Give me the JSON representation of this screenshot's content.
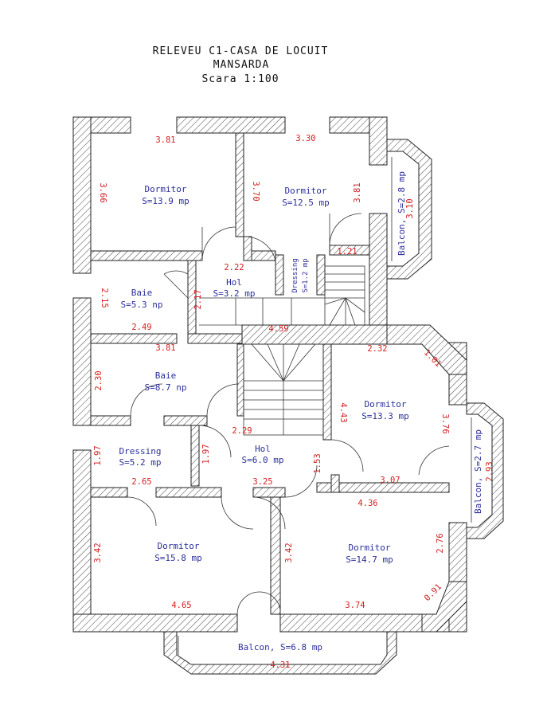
{
  "title": {
    "line1": "RELEVEU C1-CASA DE LOCUIT",
    "line2": "MANSARDA",
    "line3": "Scara 1:100"
  },
  "rooms": {
    "dormitor_nw": {
      "name": "Dormitor",
      "area": "S=13.9 mp"
    },
    "dormitor_n": {
      "name": "Dormitor",
      "area": "S=12.5 mp"
    },
    "balcon_ne": {
      "name": "Balcon, S=2.8 mp"
    },
    "baie_top": {
      "name": "Baie",
      "area": "S=5.3 np"
    },
    "hol_top": {
      "name": "Hol",
      "area": "S=3.2 mp"
    },
    "dressing_top": {
      "name": "Dressing",
      "area": "S=1.2 mp"
    },
    "baie_mid": {
      "name": "Baie",
      "area": "S=8.7 np"
    },
    "dormitor_e": {
      "name": "Dormitor",
      "area": "S=13.3 mp"
    },
    "balcon_e": {
      "name": "Balcon, S=2.7 mp"
    },
    "dressing_mid": {
      "name": "Dressing",
      "area": "S=5.2 mp"
    },
    "hol_mid": {
      "name": "Hol",
      "area": "S=6.0 mp"
    },
    "dormitor_sw": {
      "name": "Dormitor",
      "area": "S=15.8 mp"
    },
    "dormitor_se": {
      "name": "Dormitor",
      "area": "S=14.7 mp"
    },
    "balcon_s": {
      "name": "Balcon, S=6.8 mp"
    }
  },
  "dims": {
    "d381a": "3.81",
    "d330": "3.30",
    "d366": "3.66",
    "d370": "3.70",
    "d381b": "3.81",
    "d310": "3.10",
    "d222": "2.22",
    "d121": "1.21",
    "d215": "2.15",
    "d217": "2.17",
    "d249": "2.49",
    "d459": "4.59",
    "d381c": "3.81",
    "d232": "2.32",
    "d101": "1.01",
    "d230": "2.30",
    "d443": "4.43",
    "d376": "3.76",
    "d229": "2.29",
    "d197a": "1.97",
    "d197b": "1.97",
    "d153": "1.53",
    "d265": "2.65",
    "d325": "3.25",
    "d307": "3.07",
    "d293": "2.93",
    "d436": "4.36",
    "d342a": "3.42",
    "d342b": "3.42",
    "d276": "2.76",
    "d465": "4.65",
    "d374": "3.74",
    "d091": "0.91",
    "d431": "4.31"
  }
}
